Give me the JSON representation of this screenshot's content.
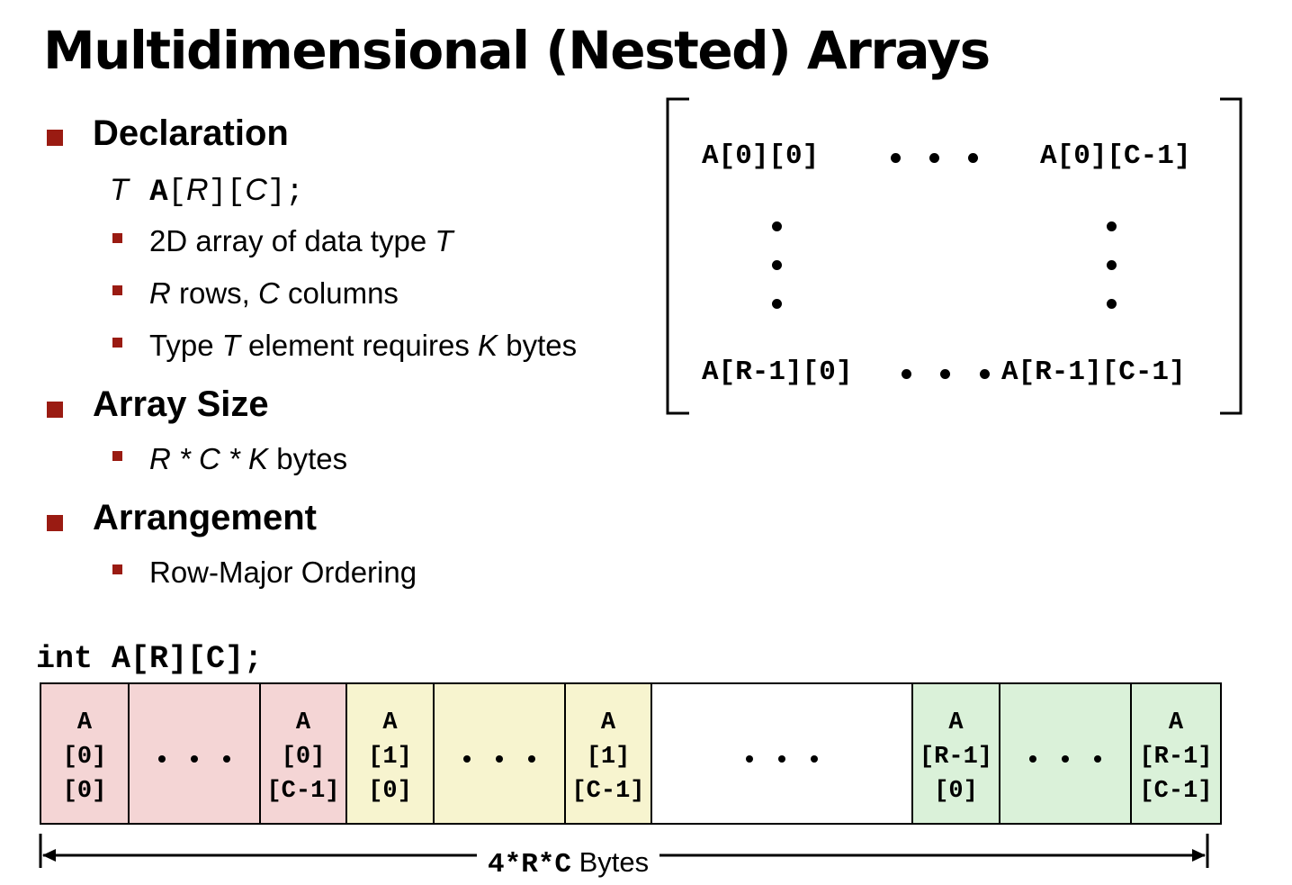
{
  "title": "Multidimensional (Nested) Arrays",
  "sections": [
    {
      "heading": "Declaration",
      "declaration": {
        "type": "T",
        "name": "A",
        "open1": "[",
        "rows": "R",
        "close1": "]",
        "open2": "[",
        "cols": "C",
        "close2": "];"
      },
      "items": [
        {
          "text": "2D array of data type ",
          "italic": "T"
        },
        {
          "italic1": "R",
          "text1": " rows, ",
          "italic2": "C",
          "text2": " columns"
        },
        {
          "text1": "Type ",
          "italic1": "T",
          "text2": " element requires ",
          "italic2": "K",
          "text3": " bytes"
        }
      ]
    },
    {
      "heading": "Array Size",
      "items": [
        {
          "italic": "R * C * K",
          "text": " bytes"
        }
      ]
    },
    {
      "heading": "Arrangement",
      "items": [
        {
          "text": "Row-Major Ordering"
        }
      ]
    }
  ],
  "matrix": {
    "top_left": "A[0][0]",
    "top_right": "A[0][C-1]",
    "bottom_left": "A[R-1][0]",
    "bottom_right": "A[R-1][C-1]"
  },
  "code_decl": "int A[R][C];",
  "strip": {
    "cells": [
      {
        "label": "A\n[0]\n[0]",
        "color": "#f4d5d5"
      },
      {
        "label": "",
        "dots": true,
        "color": "#f4d5d5"
      },
      {
        "label": "A\n[0]\n[C-1]",
        "color": "#f4d5d5"
      },
      {
        "label": "A\n[1]\n[0]",
        "color": "#f7f4cf"
      },
      {
        "label": "",
        "dots": true,
        "color": "#f7f4cf"
      },
      {
        "label": "A\n[1]\n[C-1]",
        "color": "#f7f4cf"
      },
      {
        "label": "",
        "dots": true,
        "color": "#ffffff"
      },
      {
        "label": "A\n[R-1]\n[0]",
        "color": "#daf1d9"
      },
      {
        "label": "",
        "dots": true,
        "color": "#daf1d9"
      },
      {
        "label": "A\n[R-1]\n[C-1]",
        "color": "#daf1d9"
      }
    ]
  },
  "size_label": {
    "code": "4*R*C",
    "text": " Bytes"
  },
  "colors": {
    "bullet": "#9a1b12"
  }
}
